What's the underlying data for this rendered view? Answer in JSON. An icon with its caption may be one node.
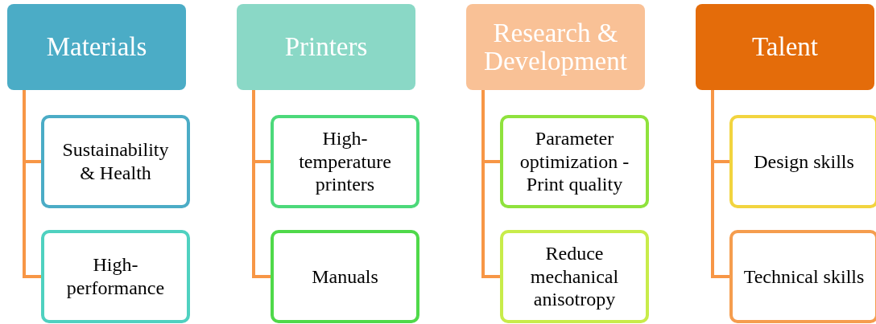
{
  "diagram": {
    "nodes": [
      {
        "text": [
          "Materials"
        ]
      },
      {
        "text": [
          "Sustainability & Health"
        ]
      },
      {
        "text": [
          "High-performance"
        ]
      },
      {
        "text": [
          "Printers"
        ]
      },
      {
        "text": [
          "High-temperature printers"
        ]
      },
      {
        "text": [
          "Manuals"
        ]
      },
      {
        "text": [
          "Research & Development"
        ]
      },
      {
        "text": [
          "Parameter optimization - Print quality"
        ]
      },
      {
        "text": [
          "Reduce mechanical anisotropy"
        ]
      },
      {
        "text": [
          "Talent"
        ]
      },
      {
        "text": [
          "Design skills"
        ]
      },
      {
        "text": [
          "Technical skills"
        ]
      }
    ],
    "edges": [
      {
        "from": 0,
        "to": 1,
        "arrow": "none"
      },
      {
        "from": 0,
        "to": 2,
        "arrow": "none"
      },
      {
        "from": 3,
        "to": 4,
        "arrow": "none"
      },
      {
        "from": 3,
        "to": 5,
        "arrow": "none"
      },
      {
        "from": 6,
        "to": 7,
        "arrow": "none"
      },
      {
        "from": 6,
        "to": 8,
        "arrow": "none"
      },
      {
        "from": 9,
        "to": 10,
        "arrow": "none"
      },
      {
        "from": 9,
        "to": 11,
        "arrow": "none"
      }
    ]
  }
}
